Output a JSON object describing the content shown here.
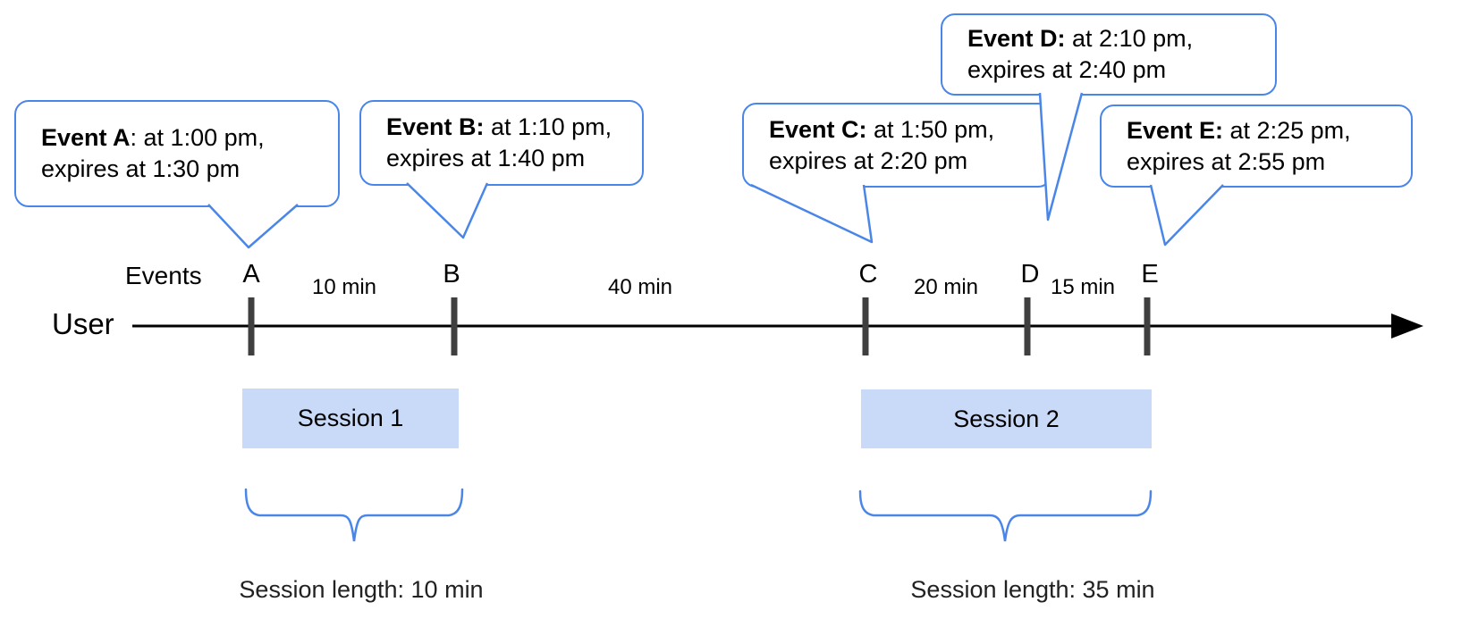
{
  "bubbles": [
    {
      "id": "A",
      "bold": "Event A",
      "rest": ": at 1:00 pm,",
      "line2": "expires at 1:30 pm"
    },
    {
      "id": "B",
      "bold": "Event B:",
      "rest": " at 1:10 pm,",
      "line2": "expires at 1:40 pm"
    },
    {
      "id": "C",
      "bold": "Event C:",
      "rest": " at 1:50 pm,",
      "line2": "expires at 2:20 pm"
    },
    {
      "id": "D",
      "bold": "Event D:",
      "rest": " at 2:10 pm,",
      "line2": "expires at 2:40 pm"
    },
    {
      "id": "E",
      "bold": "Event E:",
      "rest": " at 2:25 pm,",
      "line2": "expires at 2:55 pm"
    }
  ],
  "timeline": {
    "events_label": "Events",
    "user_label": "User",
    "markers": [
      "A",
      "B",
      "C",
      "D",
      "E"
    ],
    "gaps": [
      "10 min",
      "40 min",
      "20 min",
      "15 min"
    ]
  },
  "sessions": [
    {
      "label": "Session 1",
      "length": "Session length: 10 min"
    },
    {
      "label": "Session 2",
      "length": "Session length: 35 min"
    }
  ],
  "colors": {
    "callout_blue": "#4a86e8",
    "session_fill": "#c9daf8",
    "tick_gray": "#3f3f3f",
    "axis_black": "#000000"
  }
}
